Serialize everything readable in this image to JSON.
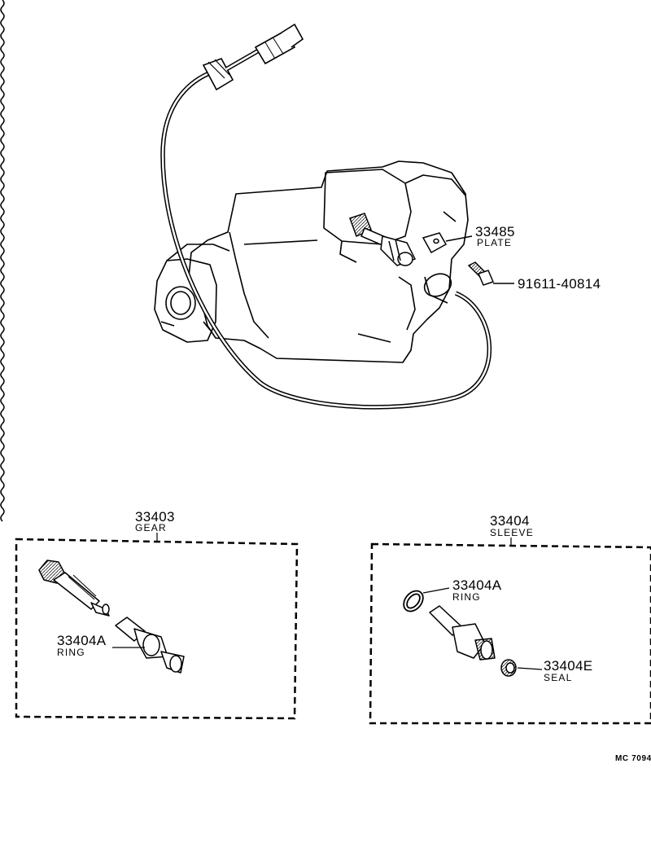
{
  "callouts": {
    "plate": {
      "number": "33485",
      "name": "PLATE"
    },
    "bolt": {
      "number": "91611-40814"
    },
    "gear_group": {
      "number": "33403",
      "name": "GEAR"
    },
    "sleeve_group": {
      "number": "33404",
      "name": "SLEEVE"
    },
    "gear_ring": {
      "number": "33404A",
      "name": "RING"
    },
    "sleeve_ring": {
      "number": "33404A",
      "name": "RING"
    },
    "seal": {
      "number": "33404E",
      "name": "SEAL"
    }
  },
  "figure_code": "MC 7094",
  "colors": {
    "ink": "#000000",
    "paper": "#ffffff"
  }
}
